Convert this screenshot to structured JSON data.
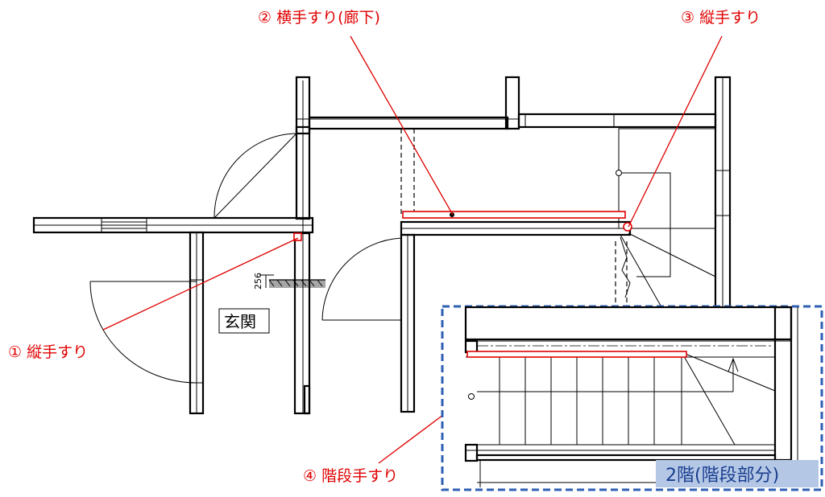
{
  "callouts": {
    "c1": "① 縦手すり",
    "c2": "② 横手すり(廊下)",
    "c3": "③ 縦手すり",
    "c4": "④ 階段手すり"
  },
  "rooms": {
    "genkan": "玄関"
  },
  "dimension": {
    "value": "256"
  },
  "inset": {
    "title": "2階(階段部分)"
  },
  "colors": {
    "handrail": "#e00000",
    "inset_border": "#2f5fb3",
    "inset_label_bg": "#b4c8e6"
  }
}
